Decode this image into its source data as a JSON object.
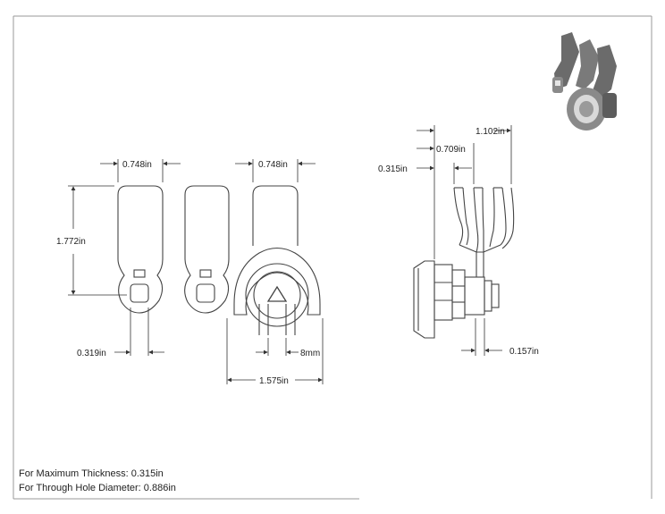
{
  "dimensions": {
    "front_width_left": "0.748in",
    "front_width_right": "0.748in",
    "height": "1.772in",
    "hole_width": "0.319in",
    "key_size": "8mm",
    "overall_width": "1.575in",
    "side_1102": "1.102in",
    "side_0709": "0.709in",
    "side_0315": "0.315in",
    "side_0157": "0.157in"
  },
  "notes": {
    "max_thickness": "For Maximum Thickness: 0.315in",
    "through_hole": "For Through Hole Diameter: 0.886in"
  },
  "colors": {
    "line": "#444444",
    "frame": "#9a9a9a",
    "part_dark": "#6b6b6b",
    "part_mid": "#8a8a8a"
  }
}
